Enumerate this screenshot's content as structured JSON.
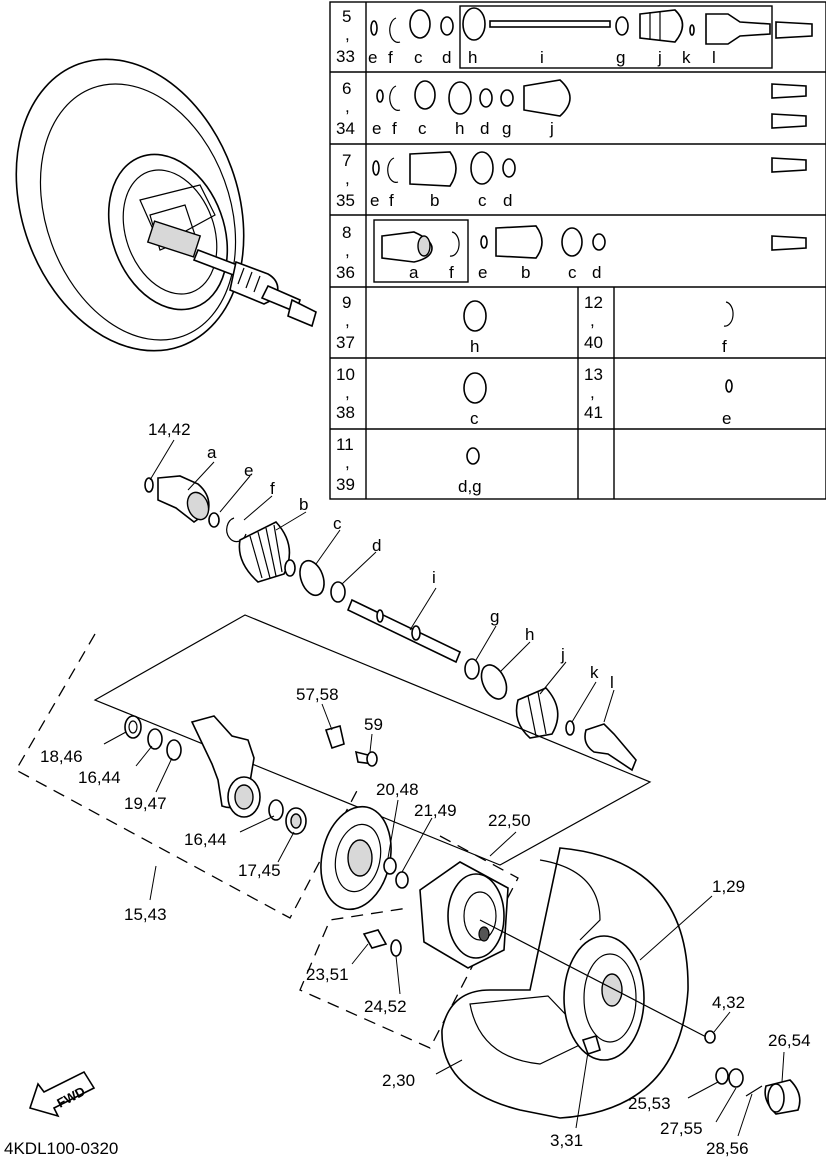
{
  "drawing_code": "4KDL100-0320",
  "fwd_label": "FWD",
  "table": {
    "rows": [
      {
        "ref_top": "5",
        "ref_sep": ",",
        "ref_bottom": "33",
        "letters": [
          "e",
          "f",
          "c",
          "d",
          "h",
          "i",
          "g",
          "j",
          "k",
          "l"
        ]
      },
      {
        "ref_top": "6",
        "ref_sep": ",",
        "ref_bottom": "34",
        "letters": [
          "e",
          "f",
          "c",
          "h",
          "d",
          "g",
          "j"
        ]
      },
      {
        "ref_top": "7",
        "ref_sep": ",",
        "ref_bottom": "35",
        "letters": [
          "e",
          "f",
          "b",
          "c",
          "d"
        ]
      },
      {
        "ref_top": "8",
        "ref_sep": ",",
        "ref_bottom": "36",
        "letters": [
          "a",
          "f",
          "e",
          "b",
          "c",
          "d"
        ]
      }
    ],
    "pairs": [
      {
        "left_top": "9",
        "left_sep": ",",
        "left_bottom": "37",
        "left_part": "h",
        "right_top": "12",
        "right_sep": ",",
        "right_bottom": "40",
        "right_part": "f"
      },
      {
        "left_top": "10",
        "left_sep": ",",
        "left_bottom": "38",
        "left_part": "c",
        "right_top": "13",
        "right_sep": ",",
        "right_bottom": "41",
        "right_part": "e"
      },
      {
        "left_top": "11",
        "left_sep": ",",
        "left_bottom": "39",
        "left_part": "d,g",
        "right_top": "",
        "right_sep": "",
        "right_bottom": "",
        "right_part": ""
      }
    ]
  },
  "callouts": {
    "c14_42": "14,42",
    "a": "a",
    "e": "e",
    "f": "f",
    "b": "b",
    "c": "c",
    "d": "d",
    "i": "i",
    "g": "g",
    "h": "h",
    "j": "j",
    "k": "k",
    "l": "l",
    "c57_58": "57,58",
    "c59": "59",
    "c18_46": "18,46",
    "c16_44a": "16,44",
    "c19_47": "19,47",
    "c16_44b": "16,44",
    "c17_45": "17,45",
    "c15_43": "15,43",
    "c20_48": "20,48",
    "c21_49": "21,49",
    "c22_50": "22,50",
    "c1_29": "1,29",
    "c23_51": "23,51",
    "c24_52": "24,52",
    "c4_32": "4,32",
    "c26_54": "26,54",
    "c2_30": "2,30",
    "c25_53": "25,53",
    "c27_55": "27,55",
    "c3_31": "3,31",
    "c28_56": "28,56"
  }
}
